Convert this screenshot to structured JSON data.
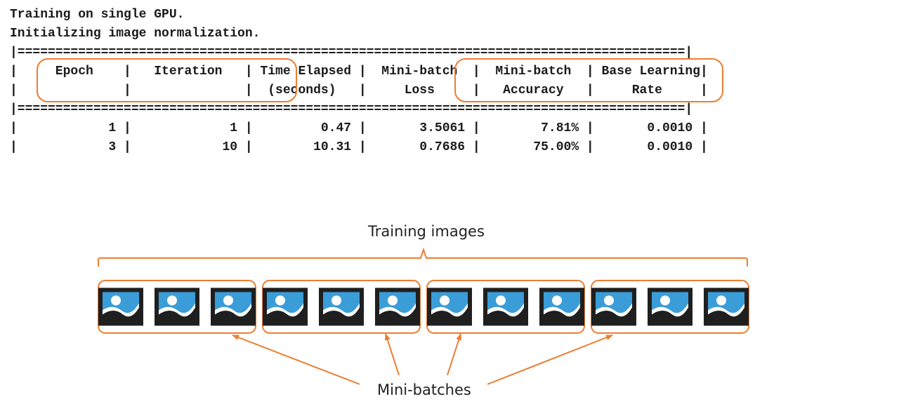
{
  "log": {
    "lines": [
      "Training on single GPU.",
      "Initializing image normalization.",
      "|========================================================================================|",
      "|     Epoch    |   Iteration   | Time Elapsed |  Mini-batch  |  Mini-batch  | Base Learning|",
      "|              |               |  (seconds)   |     Loss     |   Accuracy   |     Rate     |",
      "|========================================================================================|",
      "|            1 |             1 |         0.47 |       3.5061 |        7.81% |       0.0010 |",
      "|            3 |            10 |        10.31 |       0.7686 |       75.00% |       0.0010 |"
    ]
  },
  "diagram": {
    "training_images_label": "Training images",
    "mini_batches_label": "Mini-batches",
    "num_batches": 4,
    "images_per_batch": 3
  },
  "colors": {
    "accent": "#ED7D31",
    "text": "#1a1a1a",
    "icon_frame": "#1f1f1f",
    "icon_sky": "#3B9DD8",
    "icon_sun": "#ffffff",
    "icon_hill": "#1f1f1f"
  },
  "icons": {
    "image": "image-icon"
  }
}
